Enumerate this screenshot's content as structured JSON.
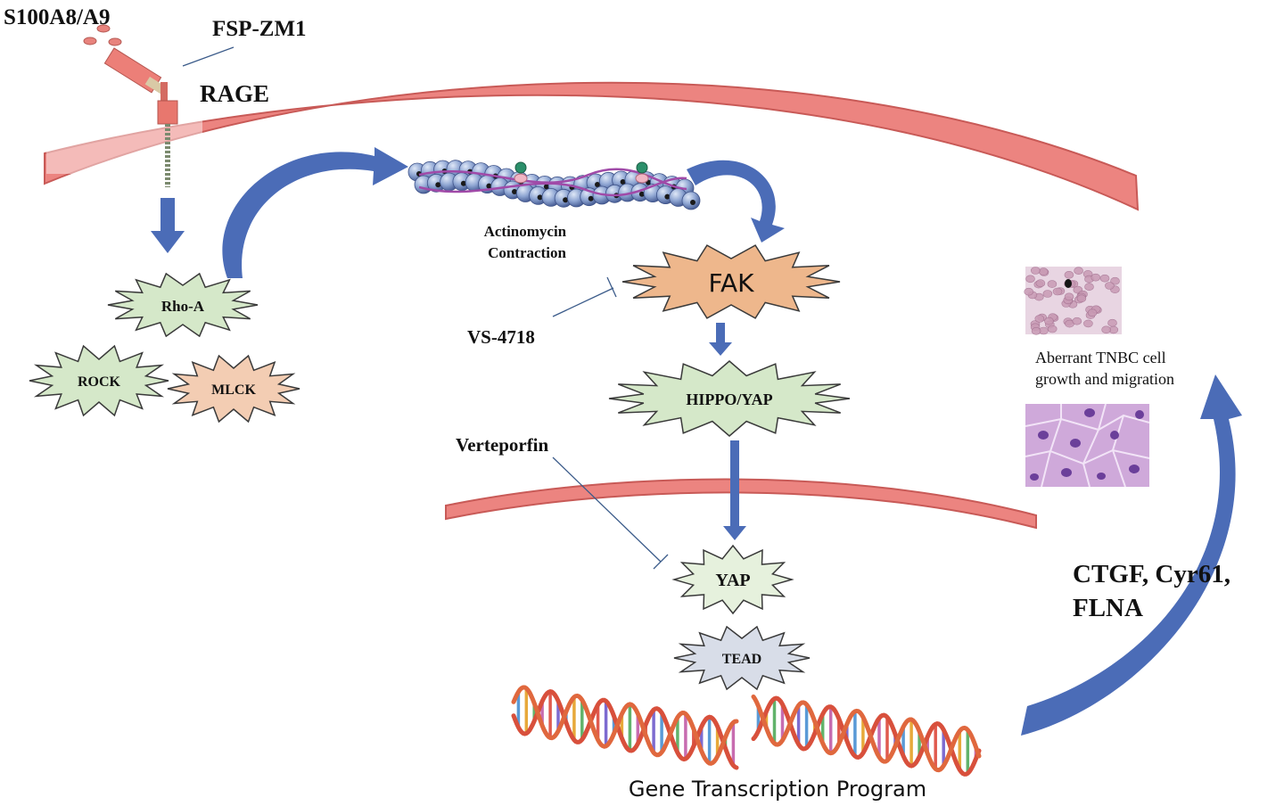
{
  "labels": {
    "ligand": "S100A8/A9",
    "inhibitor_rage": "FSP-ZM1",
    "receptor": "RAGE",
    "actin": "Actinomycin\nContraction",
    "inhibitor_fak": "VS-4718",
    "inhibitor_yap": "Verteporfin",
    "targets": "CTGF, Cyr61,\nFLNA",
    "outcome": "Aberrant TNBC cell\ngrowth and migration",
    "footer": "Gene Transcription Program"
  },
  "nodes": {
    "rhoa": {
      "label": "Rho-A",
      "fill": "#d5e8c9",
      "text_color": "#a0251c"
    },
    "rock": {
      "label": "ROCK",
      "fill": "#d5e8c9",
      "text_color": "#111111"
    },
    "mlck": {
      "label": "MLCK",
      "fill": "#f3cdb3",
      "text_color": "#111111"
    },
    "fak": {
      "label": "FAK",
      "fill": "#eeb78c",
      "text_color": "#111111"
    },
    "hippo": {
      "label": "HIPPO/YAP",
      "fill": "#d5e8c9",
      "text_color": "#111111"
    },
    "yap": {
      "label": "YAP",
      "fill": "#e6f1dd",
      "text_color": "#111111"
    },
    "tead": {
      "label": "TEAD",
      "fill": "#d8dde8",
      "text_color": "#111111"
    }
  },
  "colors": {
    "membrane": "#ec8480",
    "membrane_edge": "#c85a57",
    "arrow": "#4b6cb7",
    "inhibitor_line": "#3b5b8a",
    "dna_strand_a": "#d8503c",
    "dna_strand_b": "#e0683e"
  },
  "icons": {
    "rage_receptor": "transmembrane-receptor-icon",
    "actin": "actomyosin-filament-icon",
    "cells_top": "tnbc-cells-micrograph-icon",
    "cells_bottom": "epithelial-cells-icon",
    "dna": "dna-double-helix-icon"
  }
}
